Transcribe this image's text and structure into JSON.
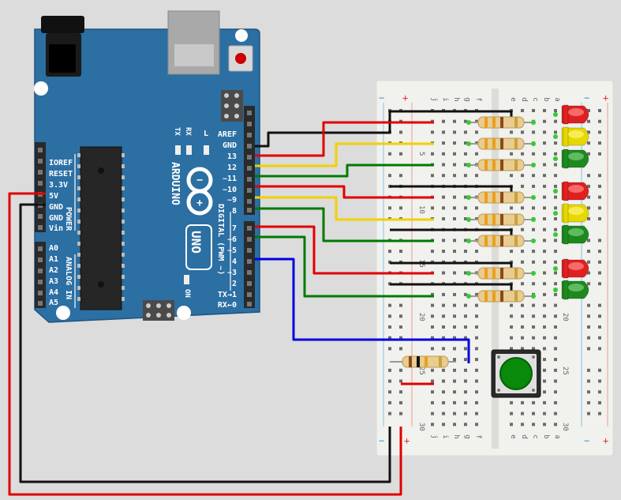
{
  "board": {
    "brand": "ARDUINO",
    "model": "UNO",
    "on_label": "ON",
    "tx_label": "TX",
    "rx_label": "RX",
    "l_label": "L",
    "power_header_title": "POWER",
    "analog_header_title": "ANALOG IN",
    "digital_header_title": "DIGITAL (PWM ~)",
    "power_pins": [
      "IOREF",
      "RESET",
      "3.3V",
      "5V",
      "GND",
      "GND",
      "Vin"
    ],
    "analog_pins": [
      "A0",
      "A1",
      "A2",
      "A3",
      "A4",
      "A5"
    ],
    "digital_top_pins": [
      "AREF",
      "GND",
      "13",
      "12",
      "~11",
      "~10",
      "~9",
      "8"
    ],
    "digital_bottom_pins": [
      "7",
      "~6",
      "~5",
      "4",
      "~3",
      "2",
      "TX→1",
      "RX←0"
    ]
  },
  "breadboard": {
    "col_letters_left": [
      "j",
      "i",
      "h",
      "g",
      "f"
    ],
    "col_letters_right": [
      "e",
      "d",
      "c",
      "b",
      "a"
    ],
    "row_numbers": [
      "5",
      "10",
      "15",
      "20",
      "25",
      "30"
    ],
    "rail_signs": [
      "−",
      "+"
    ]
  },
  "components": {
    "leds": [
      {
        "color": "red"
      },
      {
        "color": "yellow"
      },
      {
        "color": "green"
      },
      {
        "color": "red"
      },
      {
        "color": "yellow"
      },
      {
        "color": "green"
      },
      {
        "color": "red"
      },
      {
        "color": "green"
      }
    ],
    "resistor_count": 9,
    "push_button": {
      "color": "green"
    }
  },
  "wires": [
    {
      "from": "13",
      "to": "resistor-1",
      "color": "red"
    },
    {
      "from": "12",
      "to": "resistor-2",
      "color": "yellow"
    },
    {
      "from": "~11",
      "to": "resistor-3",
      "color": "green"
    },
    {
      "from": "~10",
      "to": "resistor-4",
      "color": "red"
    },
    {
      "from": "~9",
      "to": "resistor-5",
      "color": "yellow"
    },
    {
      "from": "8",
      "to": "resistor-6",
      "color": "green"
    },
    {
      "from": "7",
      "to": "resistor-7",
      "color": "red"
    },
    {
      "from": "~6",
      "to": "resistor-8",
      "color": "green"
    },
    {
      "from": "4",
      "to": "push-button",
      "color": "blue"
    },
    {
      "from": "5V",
      "to": "rail-plus",
      "color": "red"
    },
    {
      "from": "GND",
      "to": "rail-minus",
      "color": "black"
    }
  ],
  "colors": {
    "board": "#2b6fa3",
    "wire_red": "#e00000",
    "wire_yellow": "#f2d000",
    "wire_green": "#007a00",
    "wire_blue": "#0000e0",
    "wire_black": "#111111"
  }
}
